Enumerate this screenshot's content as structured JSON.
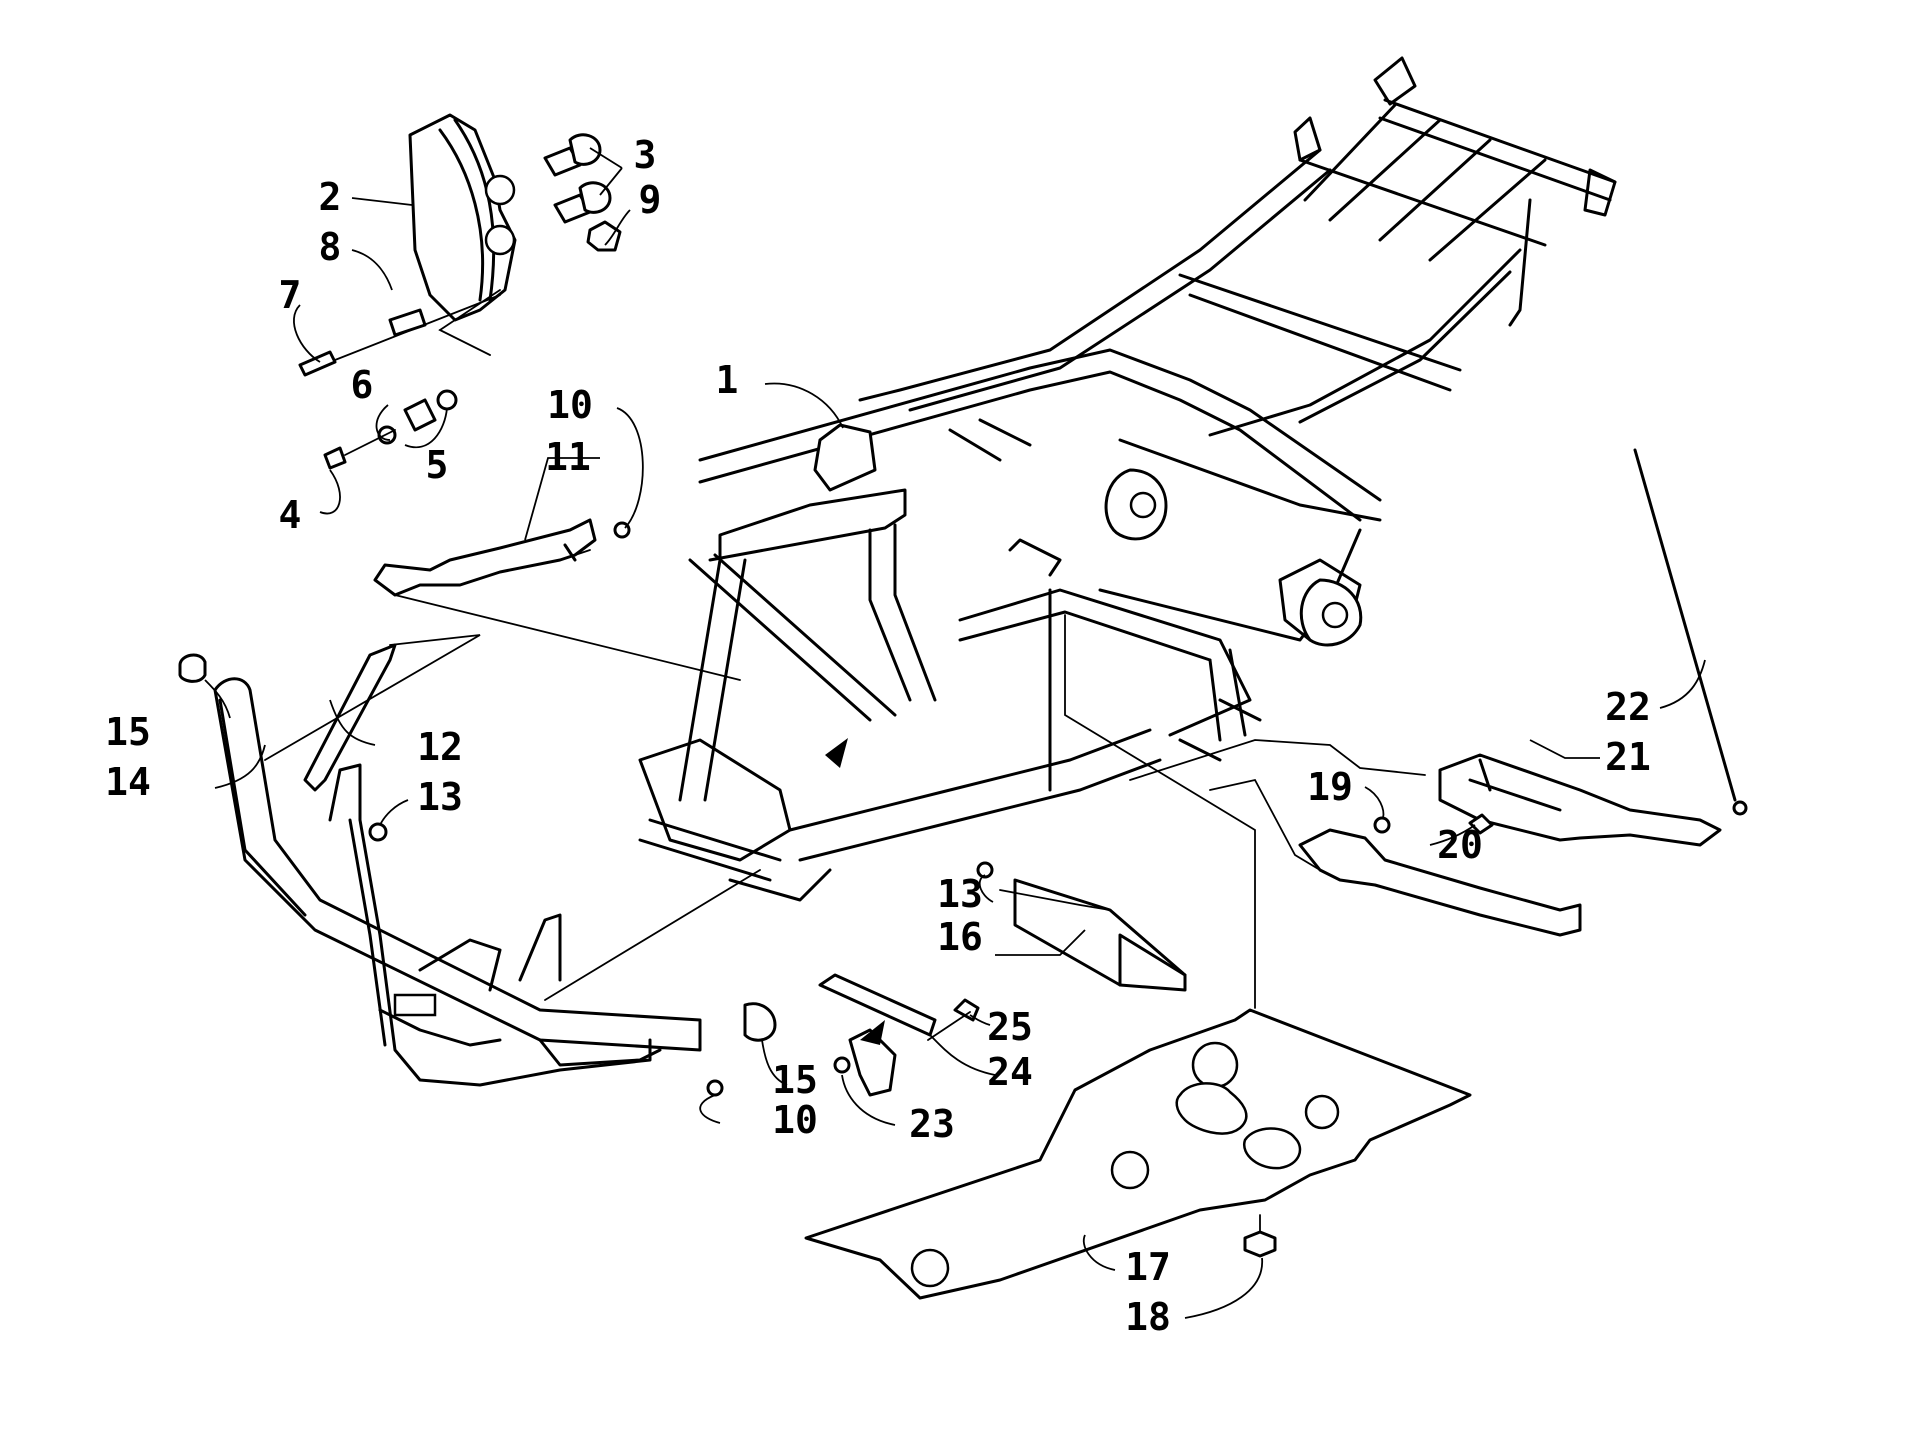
{
  "diagram": {
    "callouts": [
      {
        "id": "c1",
        "label": "1"
      },
      {
        "id": "c2",
        "label": "2"
      },
      {
        "id": "c3",
        "label": "3"
      },
      {
        "id": "c4",
        "label": "4"
      },
      {
        "id": "c5",
        "label": "5"
      },
      {
        "id": "c6",
        "label": "6"
      },
      {
        "id": "c7",
        "label": "7"
      },
      {
        "id": "c8",
        "label": "8"
      },
      {
        "id": "c9",
        "label": "9"
      },
      {
        "id": "c10a",
        "label": "10"
      },
      {
        "id": "c10b",
        "label": "10"
      },
      {
        "id": "c11",
        "label": "11"
      },
      {
        "id": "c12",
        "label": "12"
      },
      {
        "id": "c13a",
        "label": "13"
      },
      {
        "id": "c13b",
        "label": "13"
      },
      {
        "id": "c14",
        "label": "14"
      },
      {
        "id": "c15a",
        "label": "15"
      },
      {
        "id": "c15b",
        "label": "15"
      },
      {
        "id": "c16",
        "label": "16"
      },
      {
        "id": "c17",
        "label": "17"
      },
      {
        "id": "c18",
        "label": "18"
      },
      {
        "id": "c19",
        "label": "19"
      },
      {
        "id": "c20",
        "label": "20"
      },
      {
        "id": "c21",
        "label": "21"
      },
      {
        "id": "c22",
        "label": "22"
      },
      {
        "id": "c23",
        "label": "23"
      },
      {
        "id": "c24",
        "label": "24"
      },
      {
        "id": "c25",
        "label": "25"
      }
    ],
    "colors": {
      "ink": "#000000",
      "paper": "#ffffff"
    }
  }
}
